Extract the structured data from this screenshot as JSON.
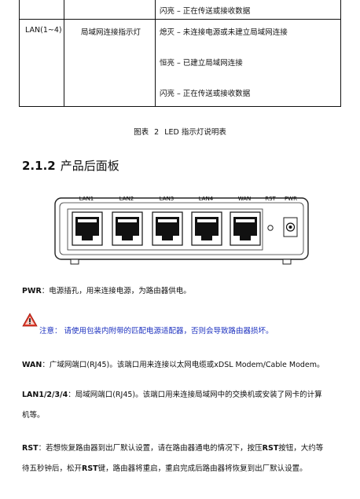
{
  "table": {
    "row0": {
      "status": "闪亮 – 正在传送或接收数据"
    },
    "row1": {
      "port": "LAN(1~4)",
      "indicator": "局域网连接指示灯",
      "status_off": "熄灭 – 未连接电源或未建立局域网连接",
      "status_on": "恒亮 – 已建立局域网连接",
      "status_blink": "闪亮 – 正在传送或接收数据"
    }
  },
  "caption": {
    "label": "图表",
    "number": "2",
    "text": "LED 指示灯说明表"
  },
  "section": {
    "number": "2.1.2",
    "title": "产品后面板"
  },
  "panel": {
    "ports": [
      "LAN1",
      "LAN2",
      "LAN3",
      "LAN4",
      "WAN"
    ],
    "rst_label": "RST",
    "pwr_label": "PWR"
  },
  "paragraphs": {
    "pwr": {
      "term": "PWR",
      "text": "：电源插孔，用来连接电源，为路由器供电。"
    },
    "note": {
      "text": "注意： 请使用包装内附带的匹配电源适配器，否则会导致路由器损坏。"
    },
    "wan": {
      "term": "WAN",
      "text": "：广域网端口(RJ45)。该端口用来连接以太网电缆或xDSL Modem/Cable Modem。"
    },
    "lan": {
      "term": "LAN1/2/3/4",
      "text": "：局域网端口(RJ45)。该端口用来连接局域网中的交换机或安装了网卡的计算",
      "text2": "机等。"
    },
    "rst": {
      "term": "RST",
      "text_a": "：若想恢复路由器到出厂默认设置，请在路由器通电的情况下，按压",
      "button": "RST",
      "text_b": "按钮，大约等",
      "line2_a": "待五秒钟后，松开",
      "button2": "RST",
      "line2_b": "键，路由器将重启，重启完成后路由器将恢复到出厂默认设置。"
    }
  }
}
